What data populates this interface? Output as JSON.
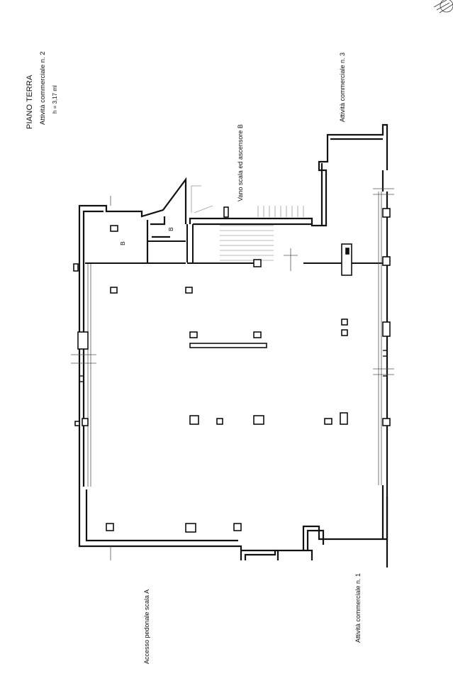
{
  "header": {
    "title": "PIANO TERRA",
    "subtitle": "Attività commerciale n. 2",
    "height_note": "h = 3,17 ml"
  },
  "labels": {
    "stair_b": "Vano scala ed ascensore B",
    "unit_3": "Attività commerciale n. 3",
    "access_a": "Accesso pedonale scala A",
    "unit_1": "Attività commerciale n. 1",
    "room_b_large": "B",
    "room_b_small": "B"
  },
  "style": {
    "wall_color": "#111111",
    "line_color": "#555555",
    "paper_color": "#ffffff"
  },
  "icons": {
    "north": "north-arrow-icon"
  }
}
